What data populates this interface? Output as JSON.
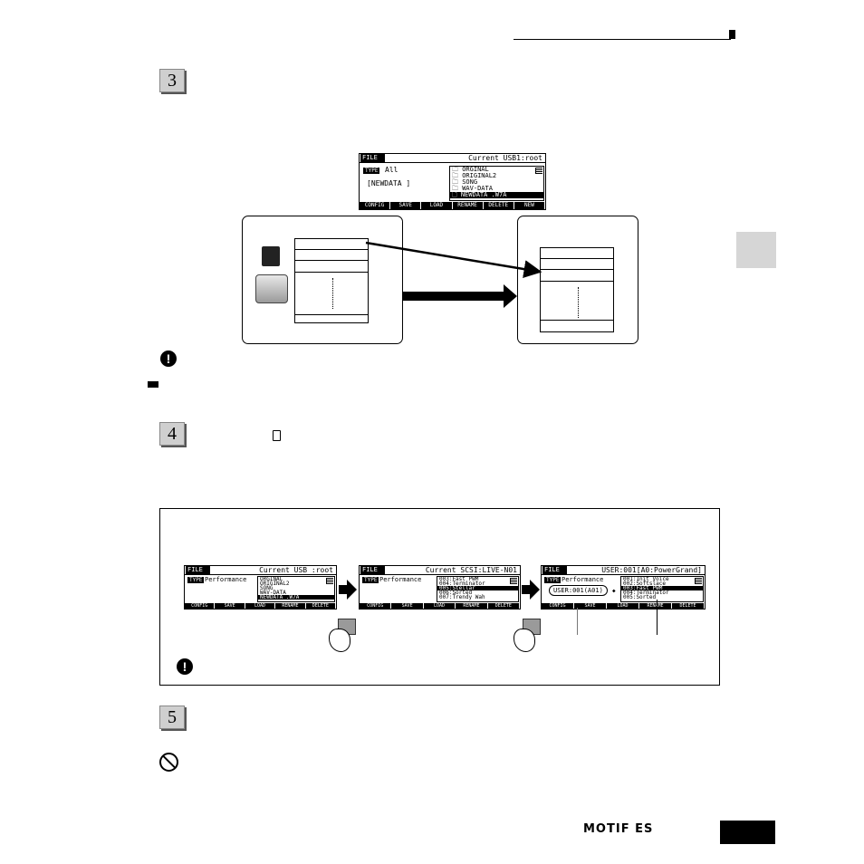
{
  "steps": [
    "3",
    "4",
    "5"
  ],
  "brand": "MOTIF ES",
  "screen_top": {
    "tag": "FILE",
    "current": "Current USB1:root",
    "type_badge": "TYPE",
    "type_value": "All",
    "name_value": "[NEWDATA ]",
    "list": [
      "ORGINAL",
      "ORIGINAL2",
      "SONG",
      "WAV-DATA",
      "NEWDATA .W7A"
    ],
    "selected_index": 4,
    "footer": [
      "CONFIG",
      "SAVE",
      "LOAD",
      "RENAME",
      "DELETE",
      "NEW"
    ]
  },
  "screen_a": {
    "tag": "FILE",
    "current": "Current USB :root",
    "type_badge": "TYPE",
    "type_value": "Performance",
    "list": [
      "ORGINAL",
      "ORIGINAL2",
      "SONG",
      "WAV-DATA",
      "NEWDATA .W7A"
    ],
    "selected_index": 4,
    "footer": [
      "CONFIG",
      "SAVE",
      "LOAD",
      "RENAME",
      "DELETE"
    ]
  },
  "screen_b": {
    "tag": "FILE",
    "current": "Current SCSI:LIVE-N01",
    "type_badge": "TYPE",
    "type_value": "Performance",
    "list": [
      "003:Fast PWM",
      "004:Terminator",
      "005:Stellar",
      "006:Sorted",
      "007:Trendy Wah"
    ],
    "selected_index": 2,
    "footer": [
      "CONFIG",
      "SAVE",
      "LOAD",
      "RENAME",
      "DELETE"
    ]
  },
  "screen_c": {
    "tag": "FILE",
    "current": "USER:001[A0:PowerGrand]",
    "type_badge": "TYPE",
    "type_value": "Performance",
    "user_dest": "USER:001(A01)",
    "list": [
      "001:Init Voice",
      "002:Softslace",
      "003:Fast PWM",
      "004:Terminator",
      "005:Sorted"
    ],
    "selected_index": 2,
    "footer": [
      "CONFIG",
      "SAVE",
      "LOAD",
      "RENAME",
      "DELETE"
    ]
  }
}
